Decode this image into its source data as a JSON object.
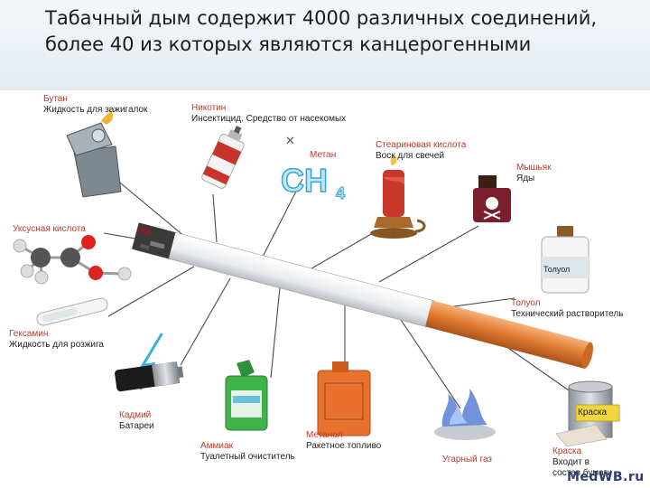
{
  "title": "Табачный дым содержит 4000 различных соединений, более 40 из которых являются канцерогенными",
  "components": [
    {
      "id": "butane",
      "name": "Бутан",
      "desc": "Жидкость для зажигалок",
      "icon": "lighter-icon"
    },
    {
      "id": "nicotine",
      "name": "Никотин",
      "desc": "Инсектицид. Средство от насекомых",
      "icon": "spray-can-icon"
    },
    {
      "id": "methane",
      "name": "Метан",
      "desc": "",
      "icon": "ch4-formula-icon"
    },
    {
      "id": "stearic",
      "name": "Стеариновая кислота",
      "desc": "Воск для свечей",
      "icon": "candle-icon"
    },
    {
      "id": "arsenic",
      "name": "Мышьяк",
      "desc": "Яды",
      "icon": "poison-bottle-icon"
    },
    {
      "id": "acetic",
      "name": "Уксусная кислота",
      "desc": "",
      "icon": "molecule-icon"
    },
    {
      "id": "toluene",
      "name": "Толуол",
      "desc": "Технический растворитель",
      "icon": "solvent-bottle-icon",
      "bottle_label": "Толуол"
    },
    {
      "id": "hexamine",
      "name": "Гексамин",
      "desc": "Жидкость для розжига",
      "icon": "test-tube-icon"
    },
    {
      "id": "cadmium",
      "name": "Кадмий",
      "desc": "Батареи",
      "icon": "battery-icon"
    },
    {
      "id": "ammonia",
      "name": "Аммиак",
      "desc": "Туалетный очиститель",
      "icon": "cleaner-bottle-icon"
    },
    {
      "id": "methanol",
      "name": "Метанол",
      "desc": "Ракетное топливо",
      "icon": "fuel-canister-icon"
    },
    {
      "id": "co",
      "name": "Угарный газ",
      "desc": "",
      "icon": "gas-flame-icon"
    },
    {
      "id": "paint",
      "name": "Краска",
      "desc": "Входит в состав бумаги",
      "icon": "paint-can-icon",
      "can_label": "Краска"
    }
  ],
  "watermark": "MedWB.ru",
  "colors": {
    "name": "#c0392b",
    "text": "#222222",
    "filter": "#e8893d",
    "line": "#4a4a4a"
  }
}
